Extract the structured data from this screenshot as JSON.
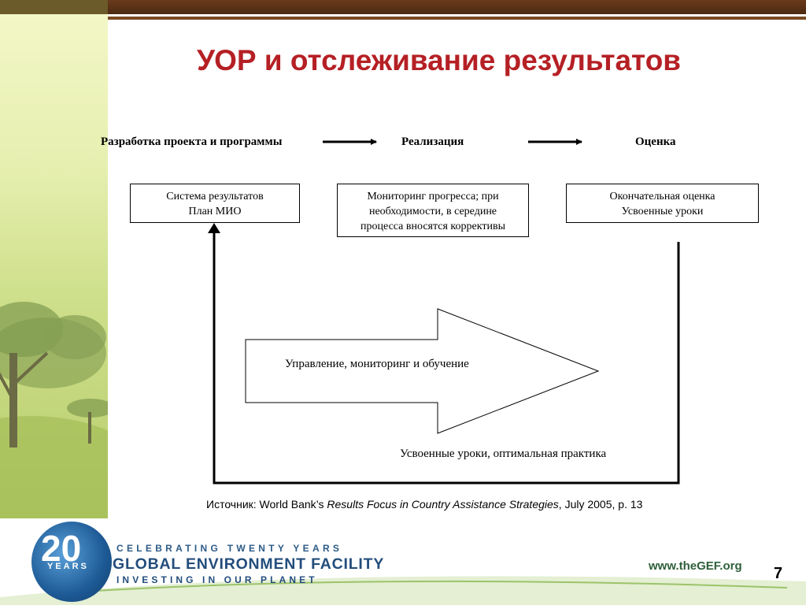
{
  "title": "УОР и отслеживание результатов",
  "stages": {
    "design": "Разработка проекта и программы",
    "implementation": "Реализация",
    "evaluation": "Оценка"
  },
  "boxes": {
    "design_lines": [
      "Система результатов",
      "План МИО"
    ],
    "implementation_lines": [
      "Мониторинг прогресса; при",
      "необходимости, в середине",
      "процесса вносятся коррективы"
    ],
    "evaluation_lines": [
      "Окончательная оценка",
      "Усвоенные уроки"
    ]
  },
  "big_arrow_label": "Управление, мониторинг и обучение",
  "feedback_label": "Усвоенные уроки, оптимальная практика",
  "source": {
    "prefix": "Источник: World Bank’s ",
    "title": "Results Focus in Country Assistance Strategies",
    "suffix": ", July 2005, p. 13"
  },
  "footer": {
    "logo_number": "20",
    "logo_years": "YEARS",
    "celebrating": "CELEBRATING TWENTY YEARS",
    "organization": "GLOBAL ENVIRONMENT FACILITY",
    "tagline": "INVESTING IN OUR PLANET",
    "url": "www.theGEF.org",
    "page_number": "7"
  },
  "colors": {
    "title": "#b52025",
    "top_bar": "#5a3216",
    "left_panel": "#dbe89e",
    "footer_blue": "#234d7c"
  }
}
